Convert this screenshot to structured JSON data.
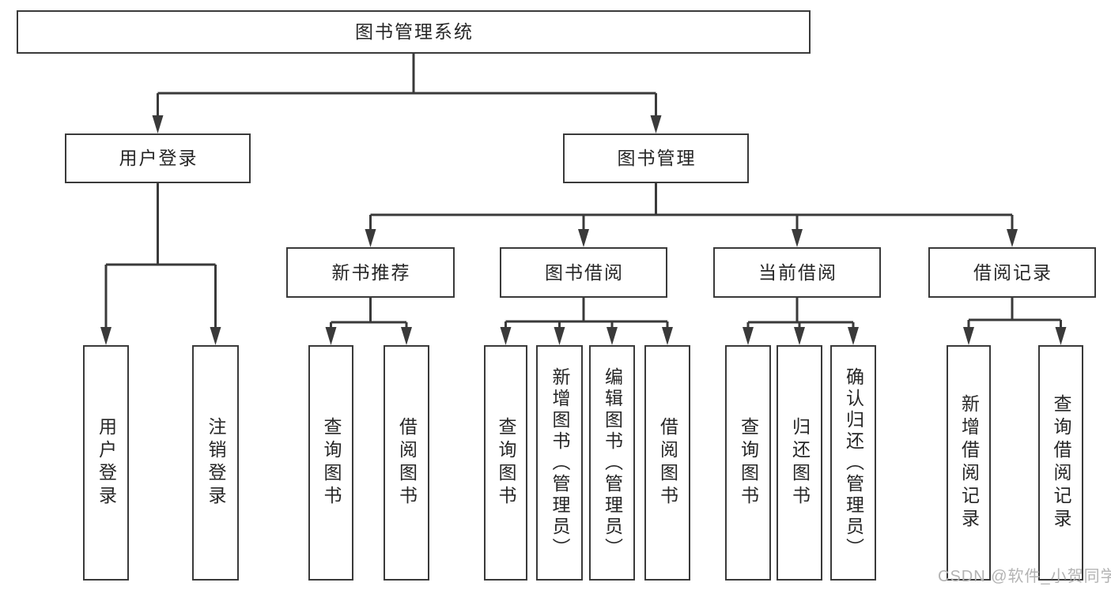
{
  "diagram": {
    "title_node": "图书管理系统",
    "level2": {
      "user_login": "用户登录",
      "book_management": "图书管理"
    },
    "level3": {
      "new_book_recommend": "新书推荐",
      "book_borrow": "图书借阅",
      "current_borrow": "当前借阅",
      "borrow_records": "借阅记录"
    },
    "leaves": {
      "login_user_login": "用户登录",
      "login_logout": "注销登录",
      "recommend_query_book": "查询图书",
      "recommend_borrow_book": "借阅图书",
      "borrow_query_book": "查询图书",
      "borrow_add_book": "新增图书（管理员）",
      "borrow_edit_book": "编辑图书（管理员）",
      "borrow_borrow_book": "借阅图书",
      "current_query_book": "查询图书",
      "current_return_book": "归还图书",
      "current_confirm_return": "确认归还（管理员）",
      "records_add_record": "新增借阅记录",
      "records_query_record": "查询借阅记录"
    }
  },
  "watermark": "CSDN @软件_小贺同学",
  "colors": {
    "line": "#3a3a3a",
    "box_border": "#3a3a3a",
    "box_fill": "#ffffff",
    "text": "#262626",
    "watermark": "#b3b3b3",
    "background": "#ffffff"
  }
}
